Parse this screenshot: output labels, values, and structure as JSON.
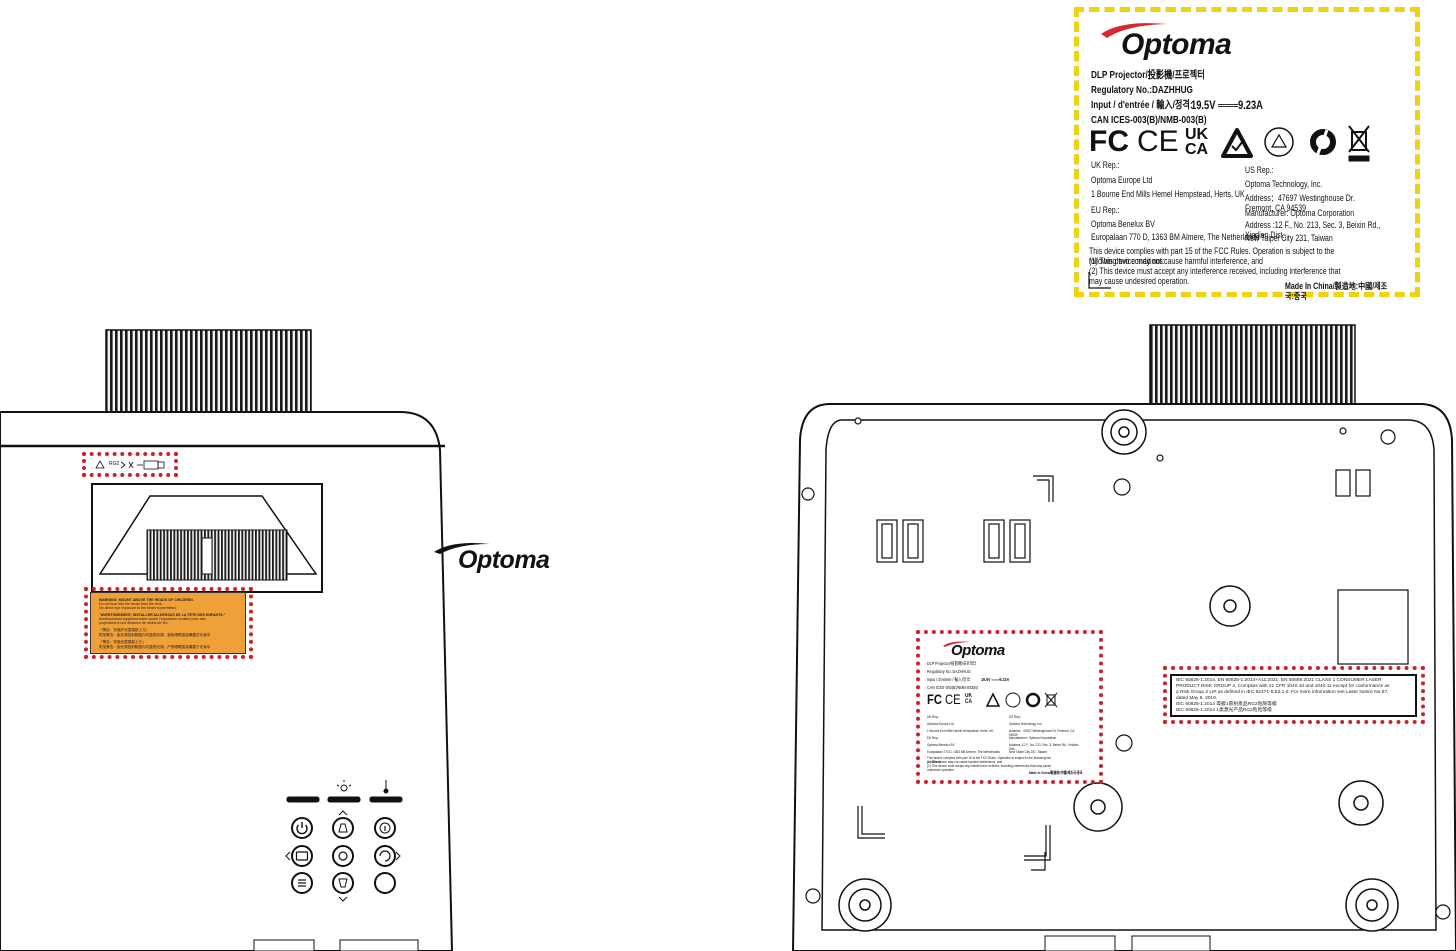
{
  "big_label": {
    "brand": "Optoma",
    "line_product": "DLP Projector/投影機/프로젝터",
    "line_regulatory": "Regulatory No.:DAZHHUG",
    "line_input_label": "Input / d'entrée / 輸入/정격:",
    "line_input_value": "19.5V ═══9.23A",
    "line_can": "CAN ICES-003(B)/NMB-003(B)",
    "marks": [
      "FC",
      "CE",
      "UK CA"
    ],
    "uk_rep_title": "UK Rep.:",
    "uk_rep_name": "Optoma Europe Ltd",
    "uk_rep_address": "1 Bourne End Mills Hemel Hempstead, Herts, UK",
    "eu_rep_title": "EU Rep.:",
    "eu_rep_name": "Optoma Benelux BV",
    "eu_rep_address": "Europalaan 770 D, 1363 BM Almere, The Netherlands",
    "us_rep_title": "US Rep.:",
    "us_rep_name": "Optoma Technology, Inc.",
    "us_rep_address": "Address：47697 Westinghouse Dr. Fremont, CA 94539",
    "manufacturer": "Manufacturer: Optoma Corporation",
    "manufacturer_address1": "Address :12 F., No. 213, Sec. 3, Beixin Rd., Xindian Dist.,",
    "manufacturer_address2": "New Taipei City 231, Taiwan",
    "fcc1": "This device complies with part 15 of the FCC Rules. Operation is subject to the following two conditions:",
    "fcc2": "(1) This device may not cause harmful interference, and",
    "fcc3": "(2) This device must accept any interference received, including interference that may cause undesired operation.",
    "made_in": "Made In China/製造地:中國/제조국:중국"
  },
  "top_view": {
    "brand": "Optoma",
    "laser_small": "RG2",
    "warning_lines": [
      "WARNING: MOUNT ABOVE THE HEADS OF CHILDREN.",
      "Do not look into the beam from the lens.",
      "No direct eye exposure to the beam is permitted.",
      "\"AVERTISSEMENT: INSTALLER AU-DESSUS DE LA TÊTE DES ENFANTS.\"",
      "Avertissement supplémentaire contre l'exposition oculaire pour des",
      "projections à une distance de moins de 1m.",
      "「警告：安裝於兒童頭部上方」",
      "附加警告：距光源投射範圍內勿直視光源，避免眼睛直接暴露於光束中",
      "「警告：安裝兒童頭部上方」",
      "附加警告：距光源投射範圍內勿直視光源，严禁眼睛直接暴露于光束中"
    ]
  },
  "bottom_view": {
    "laser_lines": [
      "IEC 60825-1:2014, EN 60825-1:2014+A11:2021, EN 50689:2021 CLASS 1 CONSUMER LASER",
      "PRODUCT RISK GROUP 2, Complies with 21 CFR 1040.10 and 1040.11 except for conformance as",
      "a Risk Group 2 LIP as defined in IEC 62471-5:Ed.1.0. For more information see Laser Notice No.57,",
      "dated May 8, 2019.",
      "IEC 60825-1:2014 等級1雷射產品RG2危險等級",
      "IEC 60825-1:2014 1类激光产品RG2危险等级"
    ]
  },
  "colors": {
    "label_border_blue": "#1ab0e8",
    "label_border_yellow": "#f2d20c",
    "highlight_red": "#c8242c",
    "warning_orange": "#f0a038",
    "logo_red": "#d7282f"
  },
  "icons": [
    "power-icon",
    "keystone-up-icon",
    "info-icon",
    "source-icon",
    "enter-icon",
    "resync-icon",
    "menu-icon",
    "keystone-down-icon",
    "lamp-led-icon",
    "temp-led-icon",
    "weee-bin-icon",
    "laser-warning-icon"
  ]
}
